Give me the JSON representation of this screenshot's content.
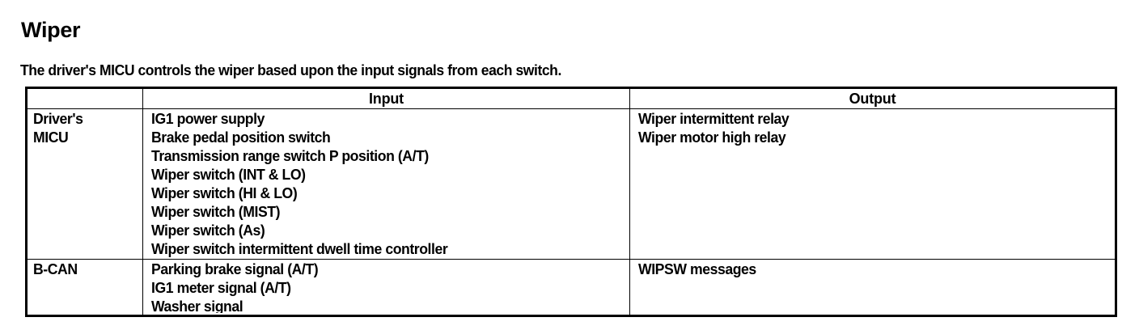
{
  "page": {
    "title": "Wiper",
    "intro": "The driver's MICU controls the wiper based upon the input signals from each switch."
  },
  "table": {
    "headers": {
      "source": "",
      "input": "Input",
      "output": "Output"
    },
    "rows": [
      {
        "source_lines": [
          "Driver's",
          "MICU"
        ],
        "input_lines": [
          "IG1 power supply",
          "Brake pedal position switch",
          "Transmission range switch P position (A/T)",
          "Wiper switch (INT & LO)",
          "Wiper switch (HI & LO)",
          "Wiper switch (MIST)",
          "Wiper switch (As)",
          "Wiper switch intermittent dwell time controller"
        ],
        "output_lines": [
          "Wiper intermittent relay",
          "Wiper motor high relay"
        ]
      },
      {
        "source_lines": [
          "B-CAN"
        ],
        "input_lines": [
          "Parking brake signal (A/T)",
          "IG1 meter signal (A/T)",
          "Washer signal"
        ],
        "output_lines": [
          "WIPSW messages"
        ]
      }
    ]
  },
  "colors": {
    "text": "#000000",
    "background": "#ffffff",
    "rule": "#000000"
  }
}
